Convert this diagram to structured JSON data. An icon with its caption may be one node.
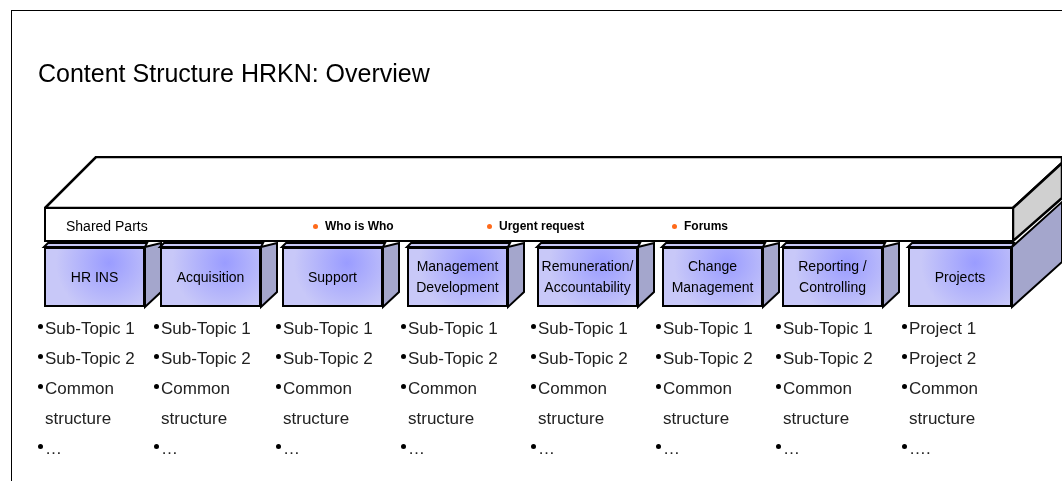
{
  "diagram": {
    "title": "Content Structure HRKN: Overview",
    "nodes": [
      {
        "text": [
          "Shared Parts",
          "Who is Who",
          "Urgent request",
          "Forums"
        ]
      },
      {
        "text": [
          "HR INS"
        ],
        "beside": [
          "Sub-Topic 1",
          "Sub-Topic 2",
          "Common structure",
          "…"
        ]
      },
      {
        "text": [
          "Acquisition"
        ],
        "beside": [
          "Sub-Topic 1",
          "Sub-Topic 2",
          "Common structure",
          "…"
        ]
      },
      {
        "text": [
          "Support"
        ],
        "beside": [
          "Sub-Topic 1",
          "Sub-Topic 2",
          "Common structure",
          "…"
        ]
      },
      {
        "text": [
          "Management Development"
        ],
        "beside": [
          "Sub-Topic 1",
          "Sub-Topic 2",
          "Common structure",
          "…"
        ]
      },
      {
        "text": [
          "Remuneration/ Accountability"
        ],
        "beside": [
          "Sub-Topic 1",
          "Sub-Topic 2",
          "Common structure",
          "…"
        ]
      },
      {
        "text": [
          "Change Management"
        ],
        "beside": [
          "Sub-Topic 1",
          "Sub-Topic 2",
          "Common structure",
          "…"
        ]
      },
      {
        "text": [
          "Reporting / Controlling"
        ],
        "beside": [
          "Sub-Topic 1",
          "Sub-Topic 2",
          "Common structure",
          "…"
        ]
      },
      {
        "text": [
          "Projects"
        ],
        "beside": [
          "Project 1",
          "Project 2",
          "Common structure",
          "…."
        ]
      }
    ]
  }
}
